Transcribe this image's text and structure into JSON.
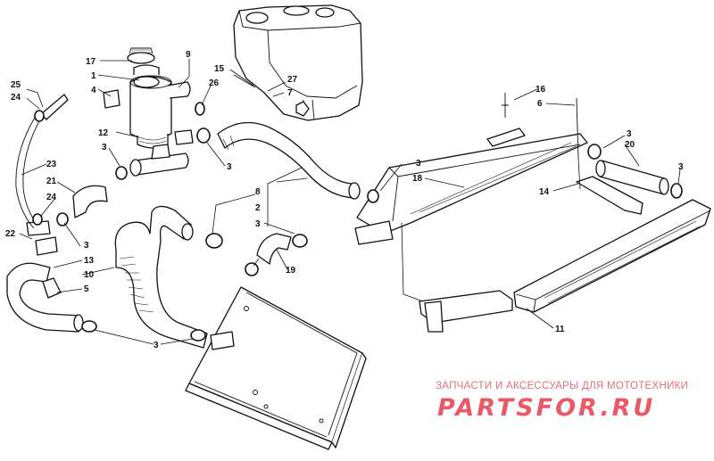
{
  "callouts": [
    {
      "id": "c17",
      "text": "17"
    },
    {
      "id": "c1",
      "text": "1"
    },
    {
      "id": "c4",
      "text": "4"
    },
    {
      "id": "c9",
      "text": "9"
    },
    {
      "id": "c15",
      "text": "15"
    },
    {
      "id": "c26",
      "text": "26"
    },
    {
      "id": "c27",
      "text": "27"
    },
    {
      "id": "c7",
      "text": "7"
    },
    {
      "id": "c25",
      "text": "25"
    },
    {
      "id": "c24a",
      "text": "24"
    },
    {
      "id": "c12",
      "text": "12"
    },
    {
      "id": "c3a",
      "text": "3"
    },
    {
      "id": "c3b",
      "text": "3"
    },
    {
      "id": "c23",
      "text": "23"
    },
    {
      "id": "c21",
      "text": "21"
    },
    {
      "id": "c24b",
      "text": "24"
    },
    {
      "id": "c22",
      "text": "22"
    },
    {
      "id": "c3c",
      "text": "3"
    },
    {
      "id": "c13",
      "text": "13"
    },
    {
      "id": "c10",
      "text": "10"
    },
    {
      "id": "c5",
      "text": "5"
    },
    {
      "id": "c3d",
      "text": "3"
    },
    {
      "id": "c8",
      "text": "8"
    },
    {
      "id": "c2",
      "text": "2"
    },
    {
      "id": "c3e",
      "text": "3"
    },
    {
      "id": "c19",
      "text": "19"
    },
    {
      "id": "c3f",
      "text": "3"
    },
    {
      "id": "c18",
      "text": "18"
    },
    {
      "id": "c16",
      "text": "16"
    },
    {
      "id": "c6",
      "text": "6"
    },
    {
      "id": "c3g",
      "text": "3"
    },
    {
      "id": "c20",
      "text": "20"
    },
    {
      "id": "c3h",
      "text": "3"
    },
    {
      "id": "c14",
      "text": "14"
    },
    {
      "id": "c11",
      "text": "11"
    }
  ],
  "watermark": {
    "tagline": "ЗАПЧАСТИ И АКСЕССУАРЫ ДЛЯ МОТОТЕХНИКИ",
    "logo": "PARTSFOR.RU"
  },
  "colors": {
    "line": "#111111",
    "background": "#ffffff",
    "watermark": "#ea5a66"
  }
}
